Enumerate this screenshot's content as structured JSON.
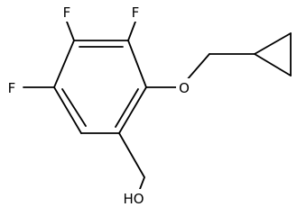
{
  "molecule": {
    "atoms": {
      "f_top_left": "F",
      "f_top_right": "F",
      "f_left": "F",
      "o_ether": "O",
      "oh_group": "HO"
    }
  }
}
